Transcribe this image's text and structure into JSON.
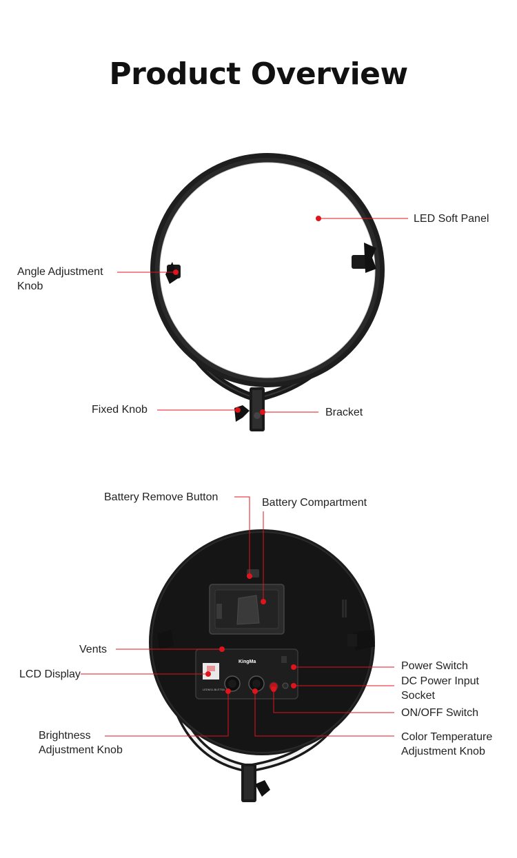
{
  "page": {
    "title": "Product Overview"
  },
  "front_view": {
    "labels": {
      "led_soft_panel": "LED Soft Panel",
      "angle_adjustment_knob_line1": "Angle Adjustment",
      "angle_adjustment_knob_line2": "Knob",
      "fixed_knob": "Fixed Knob",
      "bracket": "Bracket"
    }
  },
  "back_view": {
    "labels": {
      "battery_remove_button": "Battery Remove Button",
      "battery_compartment": "Battery Compartment",
      "vents": "Vents",
      "lcd_display": "LCD Display",
      "power_switch": "Power Switch",
      "dc_power_input_line1": "DC Power Input",
      "dc_power_input_line2": "Socket",
      "on_off_switch": "ON/OFF Switch",
      "brightness_knob_line1": "Brightness",
      "brightness_knob_line2": "Adjustment Knob",
      "color_temp_knob_line1": "Color Temperature",
      "color_temp_knob_line2": "Adjustment Knob"
    },
    "control_panel": {
      "brand": "KingMa",
      "model": "LEDM11-BLETSA"
    }
  },
  "colors": {
    "callout": "#e0141c",
    "body_black": "#1a1a1a",
    "panel_white": "#ffffff"
  }
}
